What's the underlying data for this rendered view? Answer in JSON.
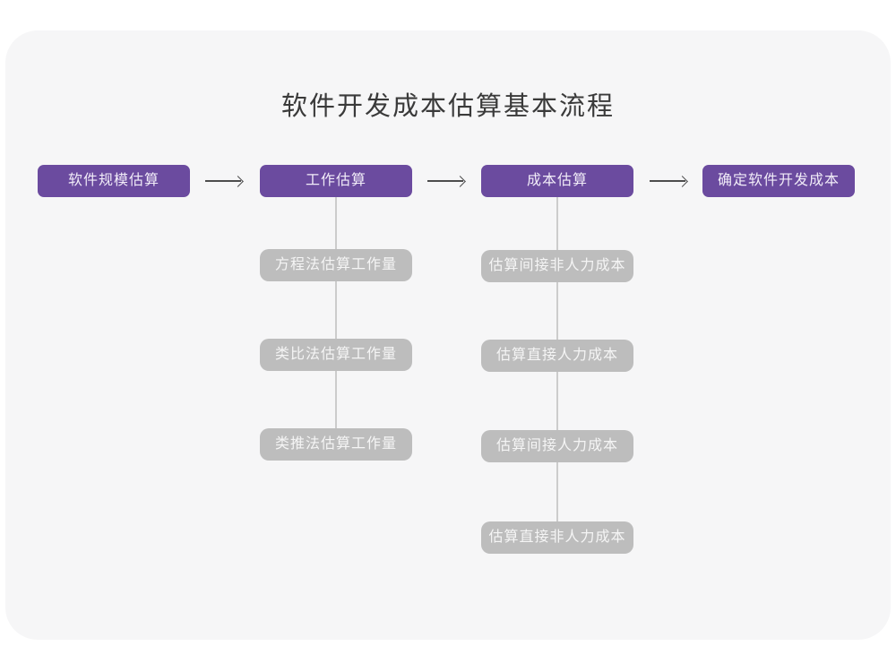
{
  "title": "软件开发成本估算基本流程",
  "colors": {
    "accent_purple": "#6B4B9F",
    "sub_box_gray": "#BDBDBD",
    "connector_line": "#CCCCCC",
    "arrow": "#4D4D4D",
    "panel_background": "#F6F6F7",
    "title_text": "#3A3A3A"
  },
  "flow": {
    "main_steps": [
      {
        "label": "软件规模估算"
      },
      {
        "label": "工作估算"
      },
      {
        "label": "成本估算"
      },
      {
        "label": "确定软件开发成本"
      }
    ],
    "work_estimation_methods": [
      "方程法估算工作量",
      "类比法估算工作量",
      "类推法估算工作量"
    ],
    "cost_estimation_steps": [
      "估算间接非人力成本",
      "估算直接人力成本",
      "估算间接人力成本",
      "估算直接非人力成本"
    ]
  }
}
